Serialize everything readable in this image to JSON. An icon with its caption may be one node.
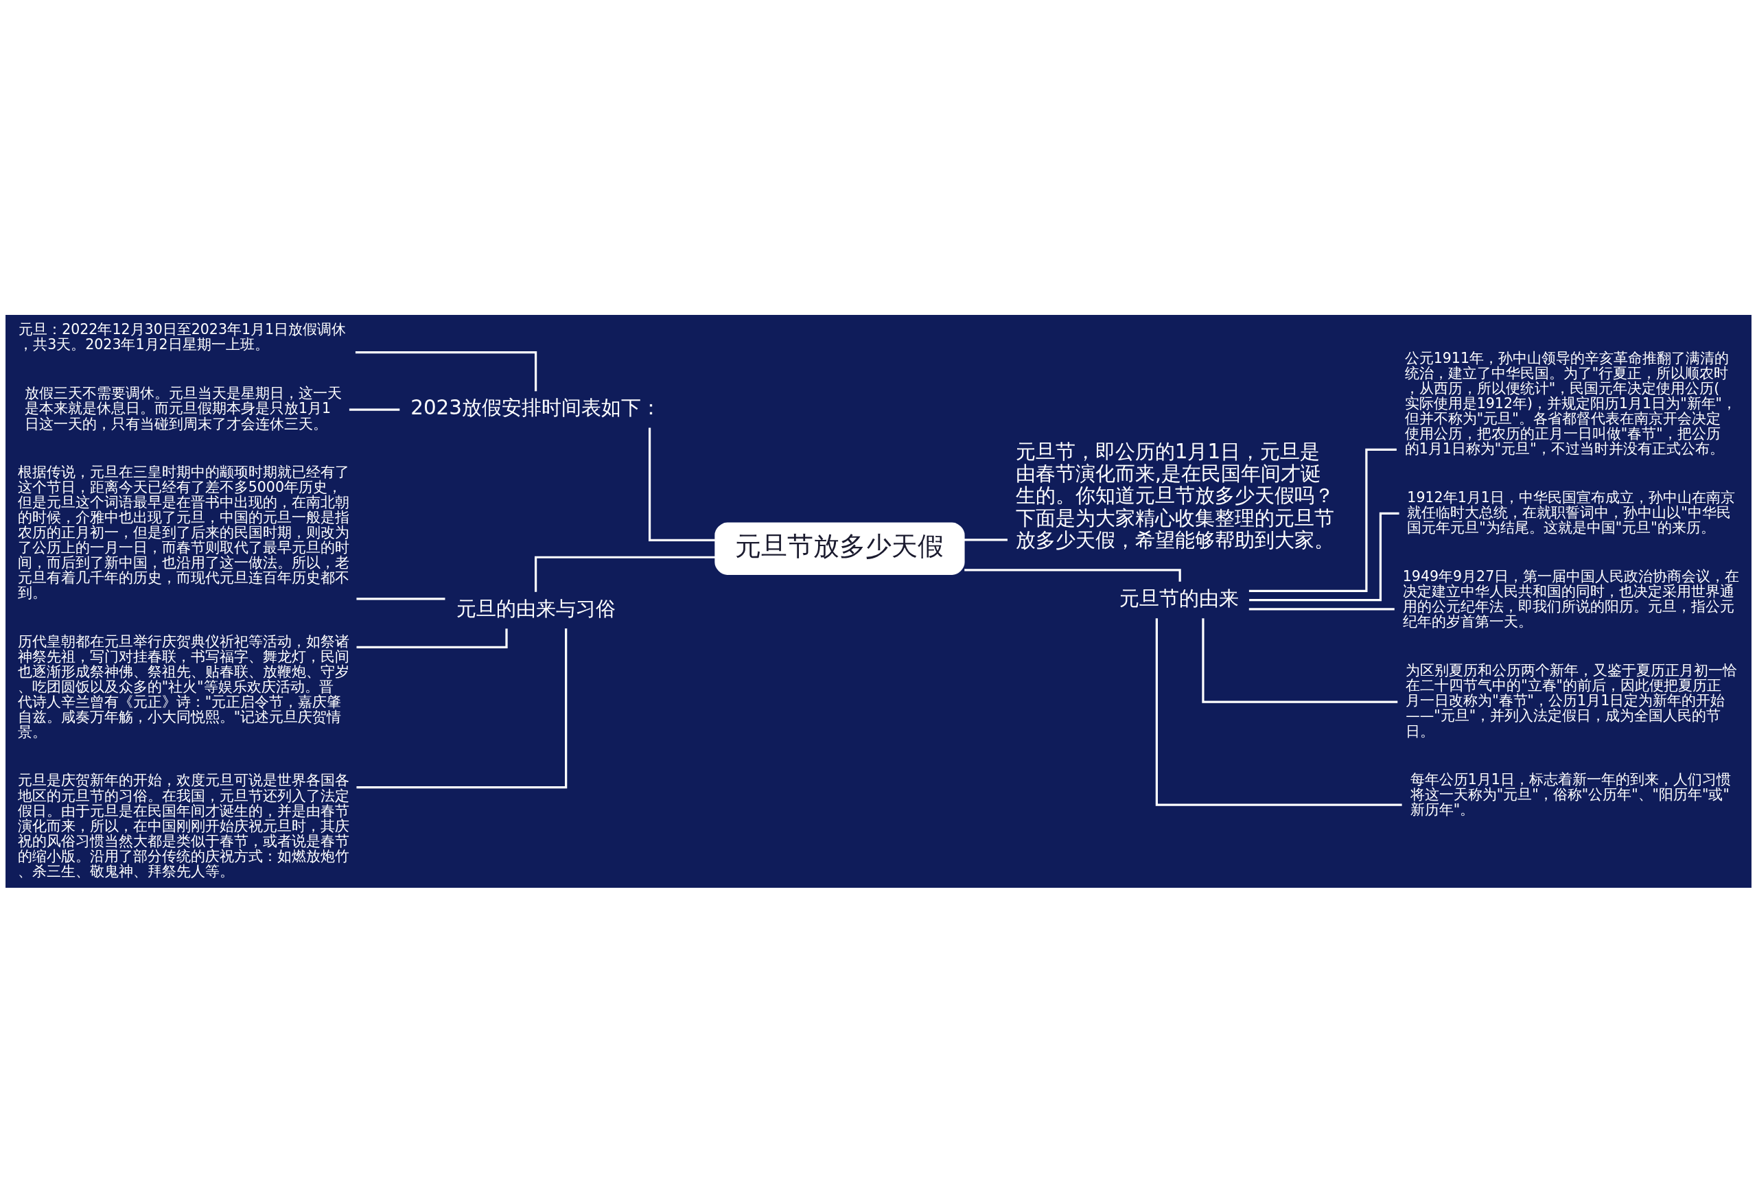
{
  "diagram": {
    "nodes": [
      {
        "text": [
          "元旦节放多少天假"
        ]
      },
      {
        "text": [
          "2023放假安排时间表如下："
        ]
      },
      {
        "text": [
          "元旦：2022年12月30日至2023年1月1日放假调休，共3天。2023年1月2日星期一上班。"
        ]
      },
      {
        "text": [
          "放假三天不需要调休。元旦当天是星期日，这一天是本来就是休息日。而元旦假期本身是只放1月1日这一天的，只有当碰到周末了才会连休三天。"
        ]
      },
      {
        "text": [
          "元旦的由来与习俗"
        ]
      },
      {
        "text": [
          "根据传说，元旦在三皇时期中的颛顼时期就已经有了这个节日，距离今天已经有了差不多5000年历史，但是元旦这个词语最早是在晋书中出现的，在南北朝的时候，介雅中也出现了元旦，中国的元旦一般是指农历的正月初一，但是到了后来的民国时期，则改为了公历上的一月一日，而春节则取代了最早元旦的时间，而后到了新中国，也沿用了这一做法。所以，老元旦有着几千年的历史，而现代元旦连百年历史都不到。"
        ]
      },
      {
        "text": [
          "历代皇朝都在元旦举行庆贺典仪祈祀等活动，如祭诸神祭先祖，写门对挂春联，书写福字、舞龙灯，民间也逐渐形成祭神佛、祭祖先、贴春联、放鞭炮、守岁、吃团圆饭以及众多的\"社火\"等娱乐欢庆活动。晋代诗人辛兰曾有《元正》诗：\"元正启令节，嘉庆肇自兹。咸奏万年觞，小大同悦熙。\"记述元旦庆贺情景。"
        ]
      },
      {
        "text": [
          "元旦是庆贺新年的开始，欢度元旦可说是世界各国各地区的元旦节的习俗。在我国，元旦节还列入了法定假日。由于元旦是在民国年间才诞生的，并是由春节演化而来，所以，在中国刚刚开始庆祝元旦时，其庆祝的风俗习惯当然大都是类似于春节，或者说是春节的缩小版。沿用了部分传统的庆祝方式：如燃放炮竹、杀三生、敬鬼神、拜祭先人等。"
        ]
      },
      {
        "text": [
          "元旦节，即公历的1月1日，元旦是由春节演化而来,是在民国年间才诞生的。你知道元旦节放多少天假吗？下面是为大家精心收集整理的元旦节放多少天假，希望能够帮助到大家。"
        ]
      },
      {
        "text": [
          "元旦节的由来"
        ]
      },
      {
        "text": [
          "公元1911年，孙中山领导的辛亥革命推翻了满清的统治，建立了中华民国。为了\"行夏正，所以顺农时，从西历，所以便统计\"，民国元年决定使用公历(实际使用是1912年)，并规定阳历1月1日为\"新年\"，但并不称为\"元旦\"。各省都督代表在南京开会决定使用公历，把农历的正月一日叫做\"春节\"，把公历的1月1日称为\"元旦\"，不过当时并没有正式公布。"
        ]
      },
      {
        "text": [
          "1912年1月1日，中华民国宣布成立，孙中山在南京就任临时大总统，在就职誓词中，孙中山以\"中华民国元年元旦\"为结尾。这就是中国\"元旦\"的来历。"
        ]
      },
      {
        "text": [
          "1949年9月27日，第一届中国人民政治协商会议，在决定建立中华人民共和国的同时，也决定采用世界通用的公元纪年法，即我们所说的阳历。元旦，指公元纪年的岁首第一天。"
        ]
      },
      {
        "text": [
          "为区别夏历和公历两个新年，又鉴于夏历正月初一恰在二十四节气中的\"立春\"的前后，因此便把夏历正月一日改称为\"春节\"，公历1月1日定为新年的开始——\"元旦\"，并列入法定假日，成为全国人民的节日。"
        ]
      },
      {
        "text": [
          "每年公历1月1日，标志着新一年的到来，人们习惯将这一天称为\"元旦\"，俗称\"公历年\"、\"阳历年\"或\"新历年\"。"
        ]
      }
    ],
    "edges": [
      {
        "from": 0,
        "to": 1,
        "arrow": "none"
      },
      {
        "from": 1,
        "to": 2,
        "arrow": "none"
      },
      {
        "from": 1,
        "to": 3,
        "arrow": "none"
      },
      {
        "from": 0,
        "to": 4,
        "arrow": "none"
      },
      {
        "from": 4,
        "to": 5,
        "arrow": "none"
      },
      {
        "from": 4,
        "to": 6,
        "arrow": "none"
      },
      {
        "from": 4,
        "to": 7,
        "arrow": "none"
      },
      {
        "from": 0,
        "to": 8,
        "arrow": "none"
      },
      {
        "from": 0,
        "to": 9,
        "arrow": "none"
      },
      {
        "from": 9,
        "to": 10,
        "arrow": "none"
      },
      {
        "from": 9,
        "to": 11,
        "arrow": "none"
      },
      {
        "from": 9,
        "to": 12,
        "arrow": "none"
      },
      {
        "from": 9,
        "to": 13,
        "arrow": "none"
      },
      {
        "from": 9,
        "to": 14,
        "arrow": "none"
      }
    ]
  }
}
